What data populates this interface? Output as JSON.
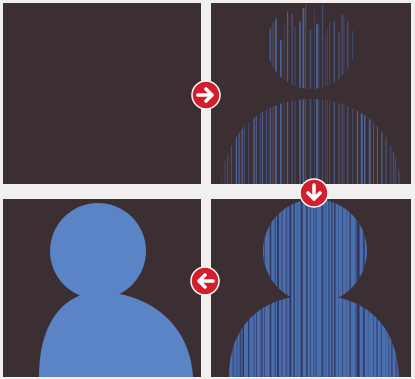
{
  "colors": {
    "panel_background": "#3c2f33",
    "figure_blue": "#5b84c6",
    "stripe_blue": "#4f72b6",
    "arrow_badge": "#d21e2d",
    "arrow_glyph": "#ffffff",
    "gutter": "#f2f0ee"
  },
  "panels": [
    {
      "id": "empty-panel",
      "content": "empty"
    },
    {
      "id": "faint-striped-figure-panel",
      "content": "figure-faint-stripes"
    },
    {
      "id": "solid-figure-panel",
      "content": "figure-solid"
    },
    {
      "id": "dense-striped-figure-panel",
      "content": "figure-dense-stripes"
    }
  ],
  "arrows": [
    {
      "icon": "arrow-right-icon",
      "from": "empty-panel",
      "to": "faint-striped-figure-panel"
    },
    {
      "icon": "arrow-down-icon",
      "from": "faint-striped-figure-panel",
      "to": "dense-striped-figure-panel"
    },
    {
      "icon": "arrow-left-icon",
      "from": "dense-striped-figure-panel",
      "to": "solid-figure-panel"
    }
  ]
}
